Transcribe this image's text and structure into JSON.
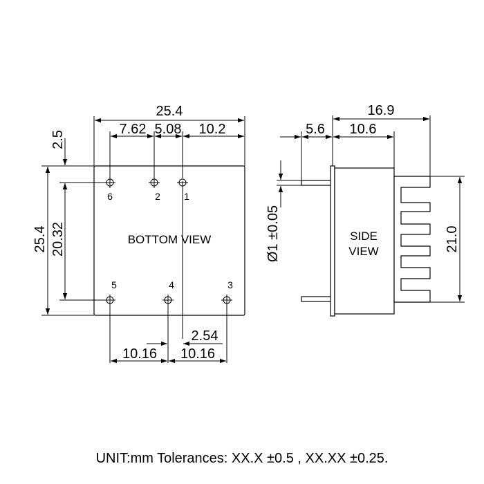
{
  "bottom_view": {
    "label": "BOTTOM VIEW",
    "width": "25.4",
    "height": "25.4",
    "pin_spacing_a": "7.62",
    "pin_spacing_b": "5.08",
    "pin_spacing_c": "10.2",
    "top_offset": "2.5",
    "row_spacing": "20.32",
    "bottom_spacing_a": "10.16",
    "bottom_spacing_b": "10.16",
    "pin_offset": "2.54",
    "pins": {
      "p1": "1",
      "p2": "2",
      "p3": "3",
      "p4": "4",
      "p5": "5",
      "p6": "6"
    }
  },
  "side_view": {
    "label_line1": "SIDE",
    "label_line2": "VIEW",
    "overall_length": "16.9",
    "lead_length": "5.6",
    "body_length": "10.6",
    "height": "21.0",
    "pin_diameter": "Ø1 ±0.05"
  },
  "footer": "UNIT:mm Tolerances: XX.X ±0.5 , XX.XX ±0.25."
}
